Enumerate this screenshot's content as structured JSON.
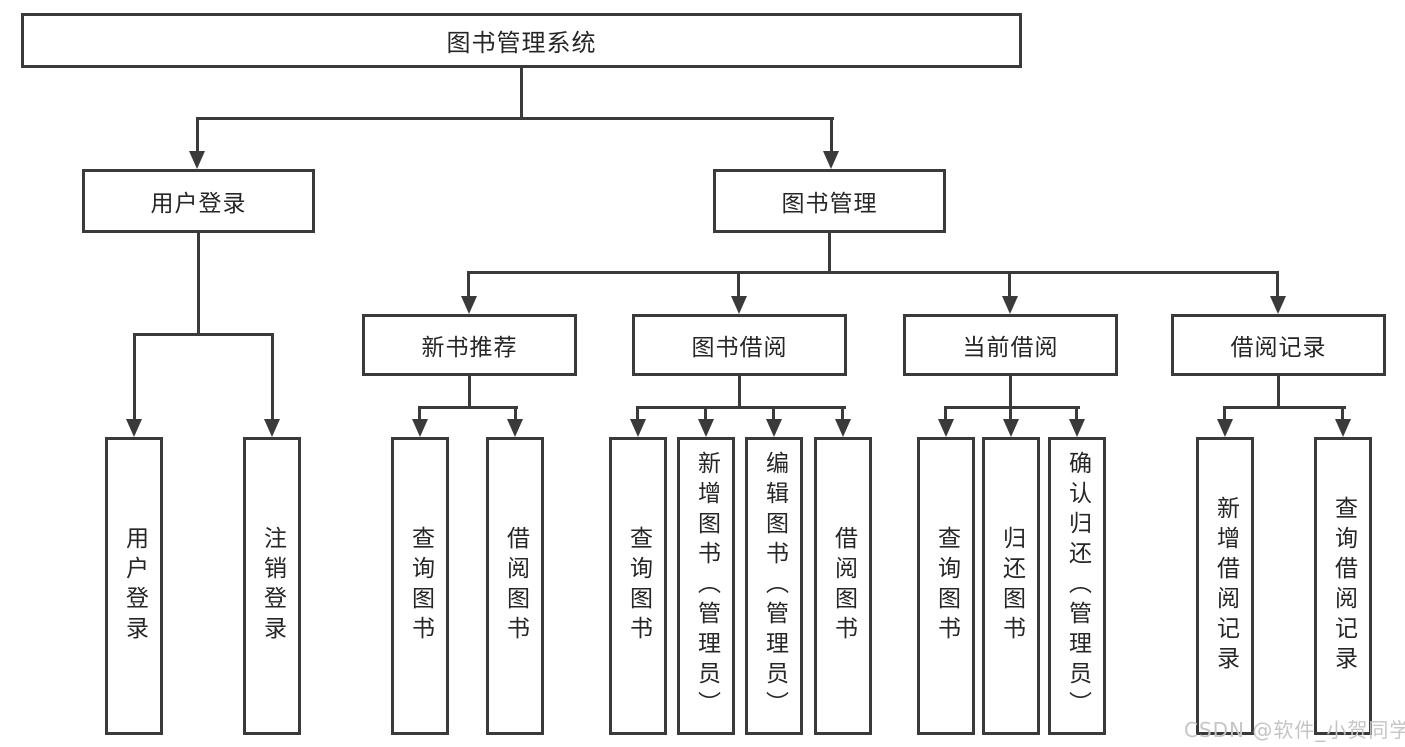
{
  "diagram": {
    "root": {
      "label": "图书管理系统"
    },
    "branches": [
      {
        "label": "用户登录",
        "leaves": [
          {
            "label": "用户登录"
          },
          {
            "label": "注销登录"
          }
        ]
      },
      {
        "label": "图书管理",
        "sections": [
          {
            "label": "新书推荐",
            "leaves": [
              {
                "label": "查询图书"
              },
              {
                "label": "借阅图书"
              }
            ]
          },
          {
            "label": "图书借阅",
            "leaves": [
              {
                "label": "查询图书"
              },
              {
                "label": "新增图书（管理员）"
              },
              {
                "label": "编辑图书（管理员）"
              },
              {
                "label": "借阅图书"
              }
            ]
          },
          {
            "label": "当前借阅",
            "leaves": [
              {
                "label": "查询图书"
              },
              {
                "label": "归还图书"
              },
              {
                "label": "确认归还（管理员）"
              }
            ]
          },
          {
            "label": "借阅记录",
            "leaves": [
              {
                "label": "新增借阅记录"
              },
              {
                "label": "查询借阅记录"
              }
            ]
          }
        ]
      }
    ]
  },
  "watermark": {
    "text": "CSDN @软件_小贺同学"
  },
  "colors": {
    "line": "#3a3a3a",
    "text": "#262626",
    "box_bg": "#ffffff",
    "watermark": "#c5c5c5"
  }
}
